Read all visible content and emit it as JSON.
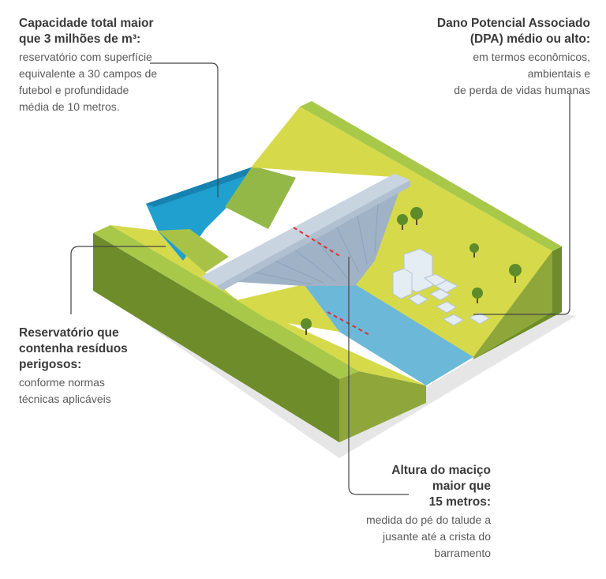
{
  "callouts": {
    "capacity": {
      "heading_1": "Capacidade total maior",
      "heading_2": "que 3 milhões de m³:",
      "body_1": "reservatório com superfície",
      "body_2": "equivalente a 30 campos de",
      "body_3": "futebol e profundidade",
      "body_4": "média de 10 metros."
    },
    "dpa": {
      "heading_1": "Dano Potencial Associado",
      "heading_2": "(DPA) médio ou alto:",
      "body_1": "em termos econômicos,",
      "body_2": "ambientais e",
      "body_3": "de perda de vidas humanas"
    },
    "hazardous": {
      "heading_1": "Reservatório que",
      "heading_2": "contenha resíduos",
      "heading_3": "perigosos:",
      "body_1": "conforme normas",
      "body_2": "técnicas aplicáveis"
    },
    "height": {
      "heading_1": "Altura do maciço",
      "heading_2": "maior que",
      "heading_3": "15 metros:",
      "body_1": "medida do pé do talude a",
      "body_2": "jusante até a crista do",
      "body_3": "barramento"
    }
  },
  "colors": {
    "grass_top": "#d6da4a",
    "grass_mid": "#a8c248",
    "grass_side": "#6e8c2a",
    "grass_side_dark": "#5c7822",
    "water_reservoir": "#1fa0cf",
    "water_reservoir_dark": "#1782b0",
    "water_river": "#6cb8d8",
    "dam_crest": "#c8d4e0",
    "dam_face": "#9fb2c6",
    "leader_line": "#444444",
    "measure_line": "#e03030",
    "text_head": "#3a3a3a",
    "text_body": "#5a5a5a"
  }
}
